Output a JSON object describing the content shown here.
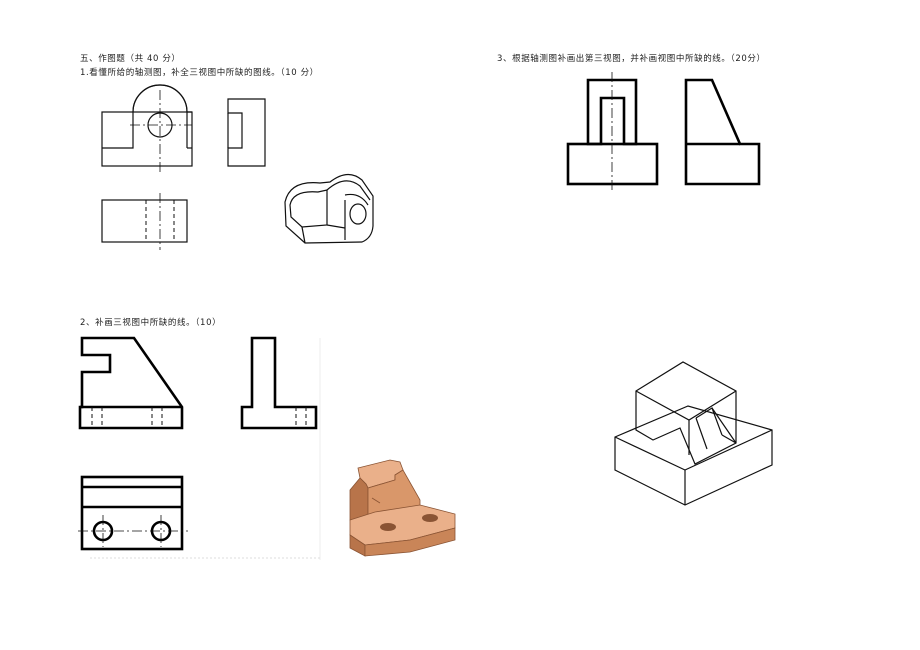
{
  "section": {
    "heading": "五、作图题（共 40 分）"
  },
  "questions": [
    {
      "number": "1",
      "text": "1.看懂所给的轴测图，补全三视图中所缺的图线。（10 分）"
    },
    {
      "number": "2",
      "text": "2、补画三视图中所缺的线。（10）"
    },
    {
      "number": "3",
      "text": "3、根据轴测图补画出第三视图，并补画视图中所缺的线。（20分）"
    }
  ],
  "colors": {
    "line": "#000000",
    "solid_fill": "#d9976a",
    "solid_dark": "#b8744a",
    "solid_light": "#eab08a"
  }
}
